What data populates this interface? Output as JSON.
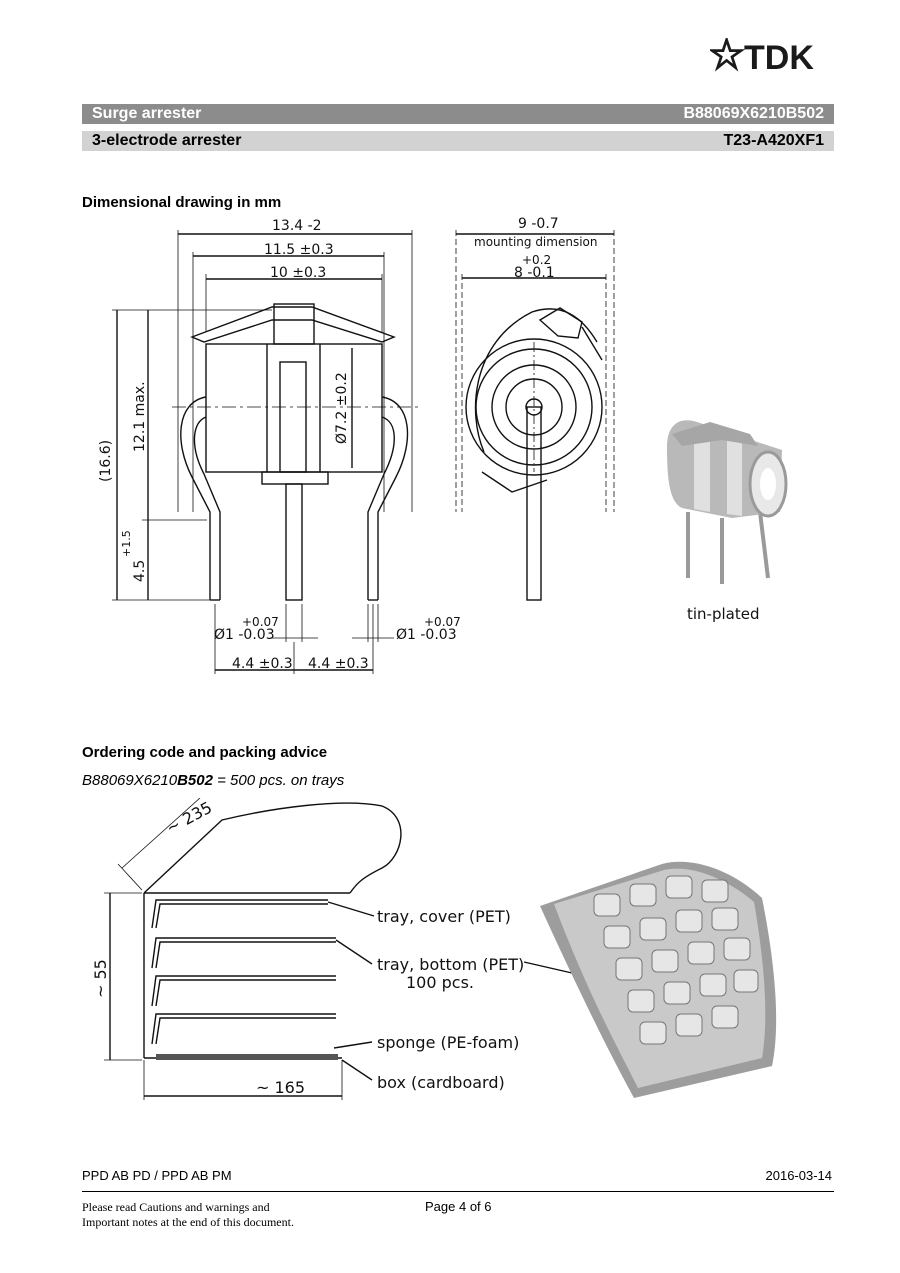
{
  "logo": {
    "text": "TDK"
  },
  "header": {
    "product": "Surge arrester",
    "part_number": "B88069X6210B502",
    "type": "3-electrode arrester",
    "series": "T23-A420XF1"
  },
  "section_dimensional": {
    "title": "Dimensional drawing in mm"
  },
  "dims": {
    "d1": "13.4 -2",
    "d2": "11.5 ±0.3",
    "d3": "10 ±0.3",
    "d4": "9 -0.7",
    "d4_note": "mounting dimension",
    "d5_tol": "+0.2",
    "d5": "8 -0.1",
    "d6": "(16.6)",
    "d7": "12.1 max.",
    "d8": "Ø7.2 ±0.2",
    "d9_tol": "+1.5",
    "d9": "4.5",
    "pin_tol": "+0.07",
    "pin_dia": "Ø1 -0.03",
    "pin_tol2": "+0.07",
    "pin_dia2": "Ø1 -0.03",
    "pitch1": "4.4 ±0.3",
    "pitch2": "4.4 ±0.3",
    "photo_caption": "tin-plated"
  },
  "section_ordering": {
    "title": "Ordering code and packing advice",
    "code_prefix": "B88069X6210",
    "code_bold": "B502",
    "code_suffix": " = 500 pcs. on trays"
  },
  "packing": {
    "dim_width": "~ 235",
    "dim_height": "~ 55",
    "dim_length": "~ 165",
    "label_cover": "tray, cover (PET)",
    "label_bottom": "tray, bottom (PET)",
    "label_bottom_qty": "100 pcs.",
    "label_sponge": "sponge (PE-foam)",
    "label_box": "box (cardboard)"
  },
  "footer": {
    "dept": "PPD AB PD / PPD AB PM",
    "date": "2016-03-14",
    "note_line1": "Please read Cautions and warnings and",
    "note_line2": "Important notes at the end of this document.",
    "page": "Page 4 of 6"
  }
}
